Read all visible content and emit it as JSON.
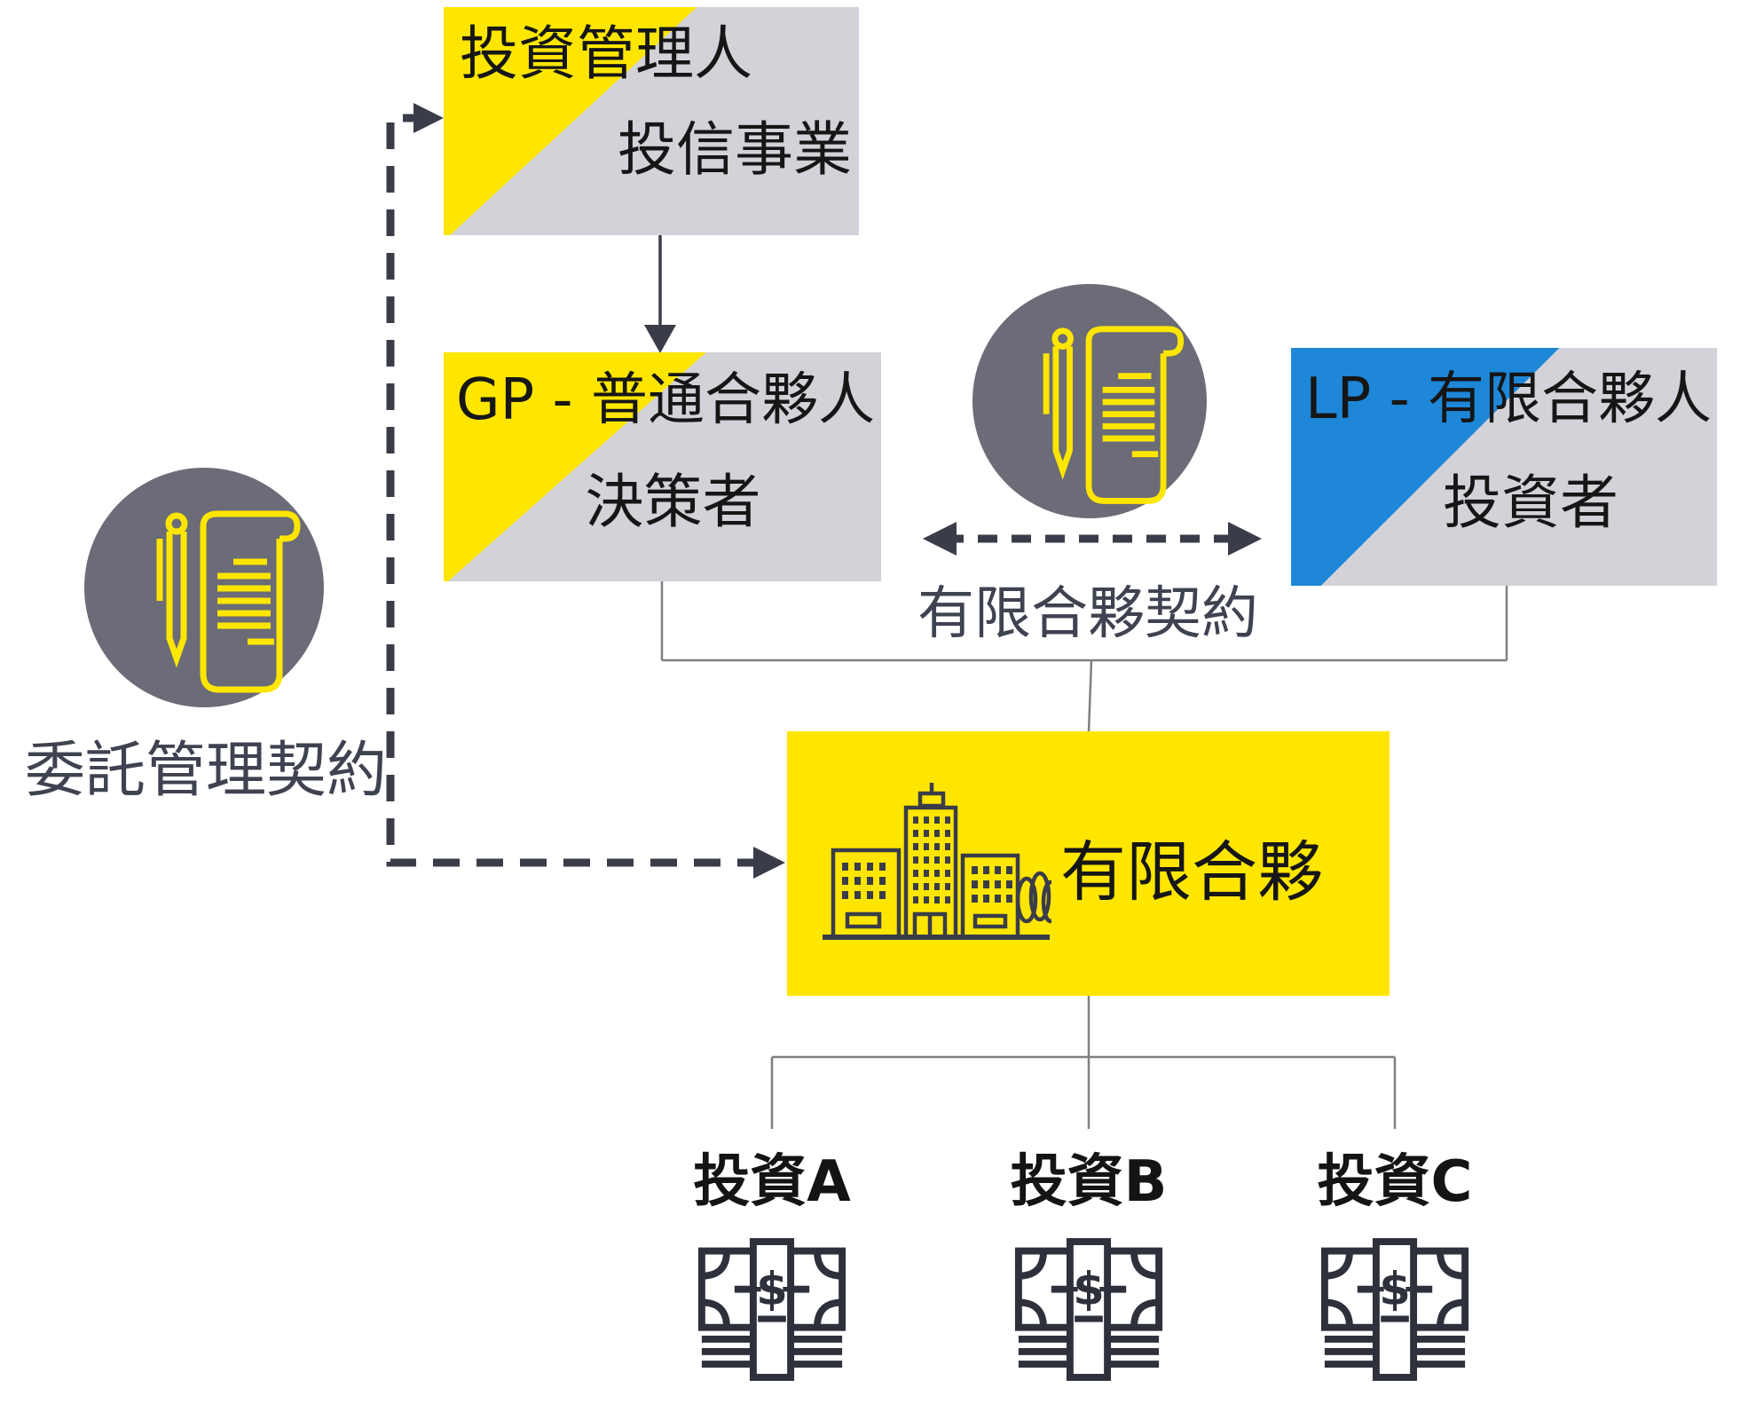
{
  "boxes": {
    "investment_manager": {
      "line1": "投資管理人",
      "line2": "投信事業"
    },
    "gp": {
      "line1": "GP - 普通合夥人",
      "line2": "決策者"
    },
    "lp": {
      "line1": "LP - 有限合夥人",
      "line2": "投資者"
    },
    "partnership": {
      "label": "有限合夥"
    }
  },
  "labels": {
    "management_contract": "委託管理契約",
    "lp_agreement": "有限合夥契約"
  },
  "investments": [
    {
      "label": "投資A"
    },
    {
      "label": "投資B"
    },
    {
      "label": "投資C"
    }
  ],
  "icons": {
    "management_contract": "scroll-contract-icon",
    "partnership_agreement": "scroll-contract-icon",
    "partnership": "buildings-icon",
    "investment": "money-stack-icon",
    "money_symbol": "$"
  },
  "palette": {
    "accent_yellow": "#ffe600",
    "accent_blue": "#1e87d8",
    "box_gray": "#d2d2d8",
    "circle_gray": "#6b6c77",
    "line_dark": "#3a3d49",
    "connector_gray": "#808080",
    "icon_dark": "#2e313c"
  }
}
